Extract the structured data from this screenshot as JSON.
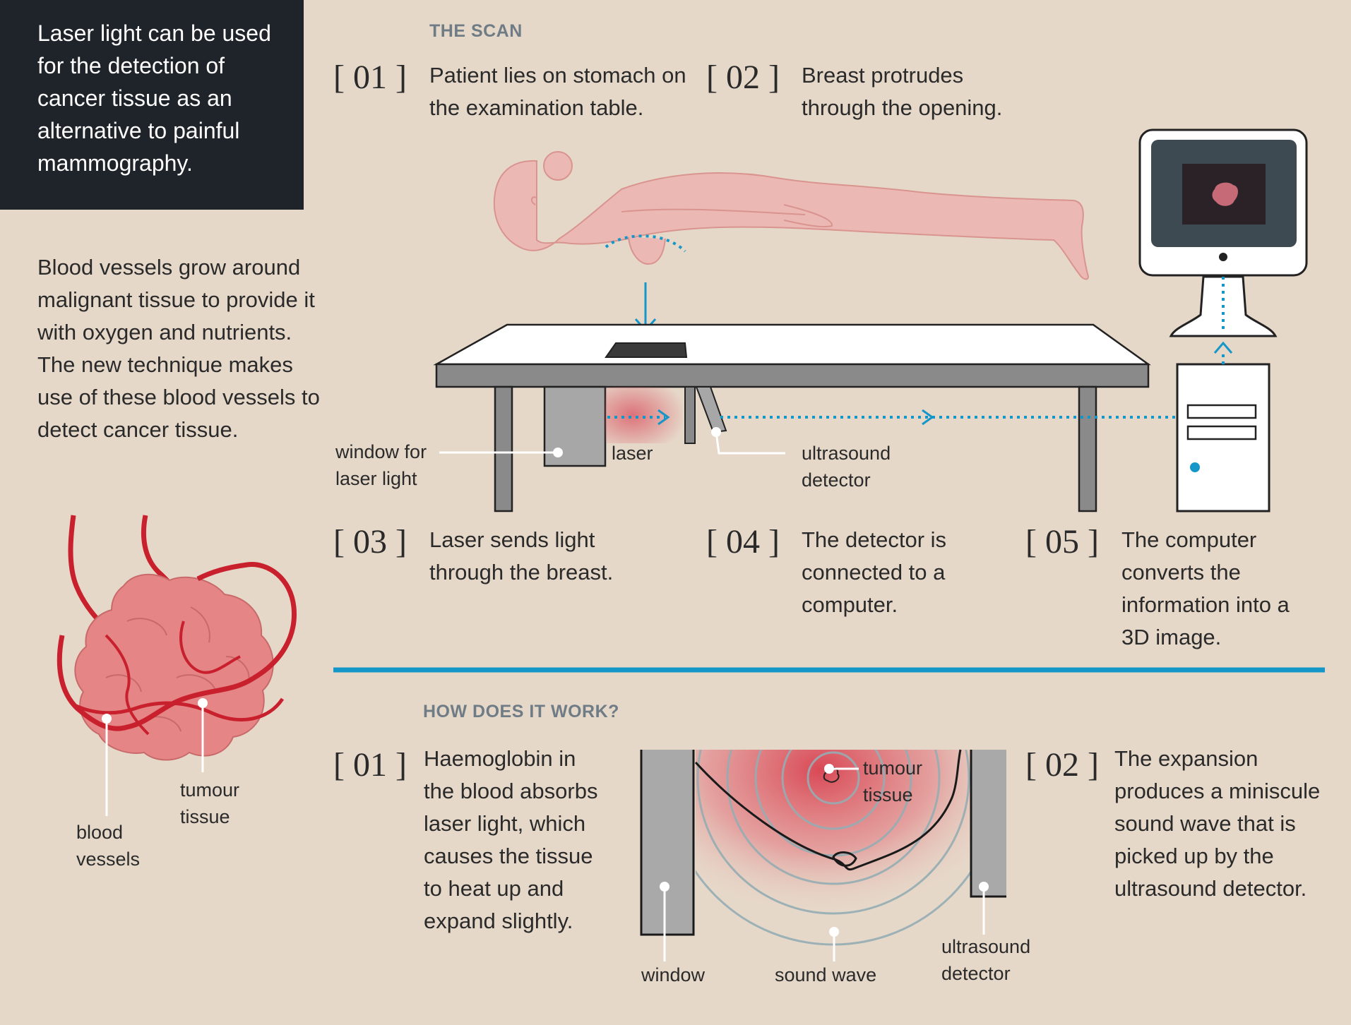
{
  "colors": {
    "background": "#e6d8c9",
    "dark_panel": "#1f242b",
    "accent_blue": "#1596c8",
    "heading_gray": "#6f7c86",
    "skin": "#e9b3ae",
    "blood": "#c9202e"
  },
  "intro": {
    "text": "Laser light can be used for the detection of cancer tissue as an alternative to painful mammography."
  },
  "side": {
    "text": "Blood vessels grow around malignant tissue to provide it with oxygen and nutrients. The new technique makes use of these blood vessels to detect cancer tissue.",
    "labels": {
      "blood_vessels": "blood vessels",
      "tumour_tissue": "tumour tissue"
    }
  },
  "scan": {
    "heading": "THE SCAN",
    "steps": [
      {
        "num": "[ 01 ]",
        "text": "Patient lies on stomach on the examination table."
      },
      {
        "num": "[ 02 ]",
        "text": "Breast protrudes through the opening."
      },
      {
        "num": "[ 03 ]",
        "text": "Laser sends light through the breast."
      },
      {
        "num": "[ 04 ]",
        "text": "The detector is connected to a computer."
      },
      {
        "num": "[ 05 ]",
        "text": "The computer converts the information into a 3D image."
      }
    ],
    "labels": {
      "window": "window for laser light",
      "laser": "laser",
      "detector": "ultrasound detector"
    }
  },
  "how": {
    "heading": "HOW DOES IT WORK?",
    "steps": [
      {
        "num": "[ 01 ]",
        "text": "Haemoglobin in the blood absorbs laser light, which causes the tissue to heat up and expand slightly."
      },
      {
        "num": "[ 02 ]",
        "text": "The expansion produces a miniscule sound wave that is picked up by the ultrasound detector."
      }
    ],
    "labels": {
      "tumour": "tumour tissue",
      "window": "window",
      "sound_wave": "sound wave",
      "detector": "ultrasound detector"
    }
  },
  "icons": {
    "patient": "patient-figure-icon",
    "table": "examination-table-icon",
    "monitor": "computer-monitor-icon",
    "tower": "computer-tower-icon",
    "tumour": "tumour-vessels-icon"
  }
}
